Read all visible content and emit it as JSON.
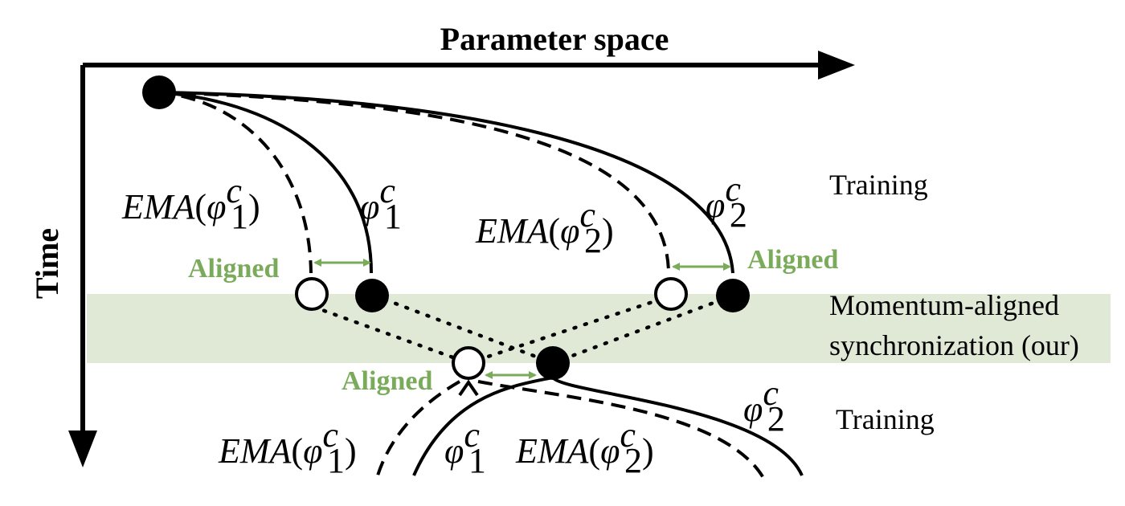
{
  "axes": {
    "x_label": "Parameter space",
    "y_label": "Time"
  },
  "phases": {
    "training_top": "Training",
    "sync_line1": "Momentum-aligned",
    "sync_line2": "synchronization (our)",
    "training_bottom": "Training"
  },
  "annotations": {
    "aligned": "Aligned"
  },
  "math": {
    "ema": "EMA",
    "phi": "φ",
    "superscript": "c",
    "sub1": "1",
    "sub2": "2"
  },
  "colors": {
    "aligned_green": "#7aab5a",
    "sync_band": "#dfe9d6",
    "line": "#000000"
  }
}
